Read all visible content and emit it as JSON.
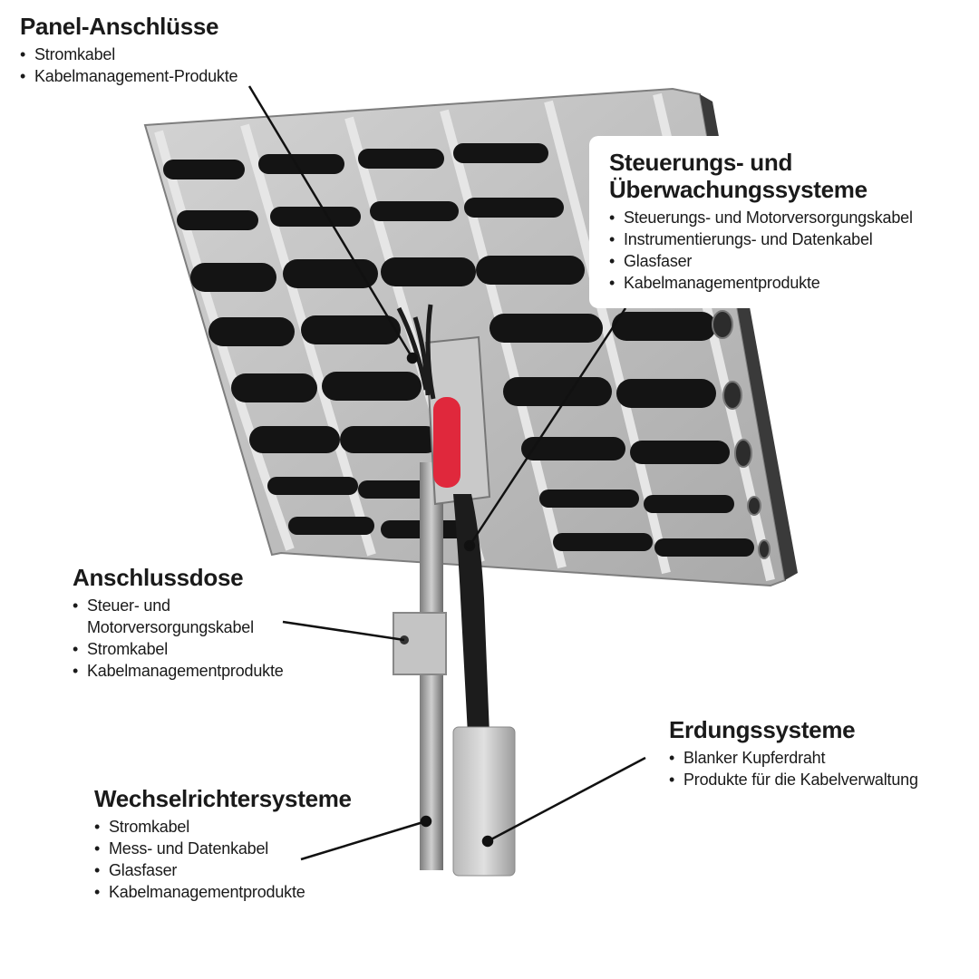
{
  "colors": {
    "frame": "#bdbdbd",
    "frame_dark": "#8a8a8a",
    "slot": "#141414",
    "cable": "#1c1c1c",
    "cable_red": "#e0283c",
    "post": "#9a9a9a",
    "leader": "#111111"
  },
  "callouts": {
    "panel": {
      "title": "Panel-Anschlüsse",
      "items": [
        "Stromkabel",
        "Kabelmanagement-Produkte"
      ]
    },
    "control": {
      "title_line1": "Steuerungs- und",
      "title_line2": "Überwachungssysteme",
      "items": [
        "Steuerungs- und Motorversorgungskabel",
        "Instrumentierungs- und Datenkabel",
        "Glasfaser",
        "Kabelmanagementprodukte"
      ]
    },
    "junction_box": {
      "title": "Anschlussdose",
      "items": [
        "Steuer- und Motorversorgungskabel",
        "Stromkabel",
        "Kabelmanagementprodukte"
      ]
    },
    "inverter": {
      "title": "Wechselrichtersysteme",
      "items": [
        "Stromkabel",
        "Mess- und Datenkabel",
        "Glasfaser",
        "Kabelmanagementprodukte"
      ]
    },
    "grounding": {
      "title": "Erdungssysteme",
      "items": [
        "Blanker Kupferdraht",
        "Produkte für die Kabelverwaltung"
      ]
    }
  }
}
